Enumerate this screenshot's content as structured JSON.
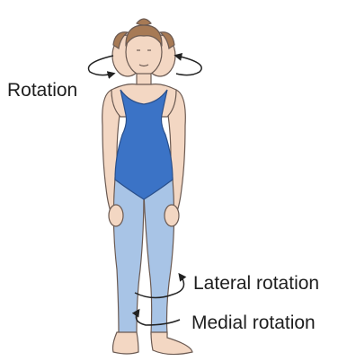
{
  "labels": {
    "rotation": "Rotation",
    "lateral_rotation": "Lateral rotation",
    "medial_rotation": "Medial rotation"
  },
  "colors": {
    "skin": "#f3d7c3",
    "skin_outline": "#6b5a52",
    "hair": "#a77a55",
    "swimsuit": "#3b73c6",
    "leggings": "#a8c4e6",
    "arrow": "#222222"
  }
}
